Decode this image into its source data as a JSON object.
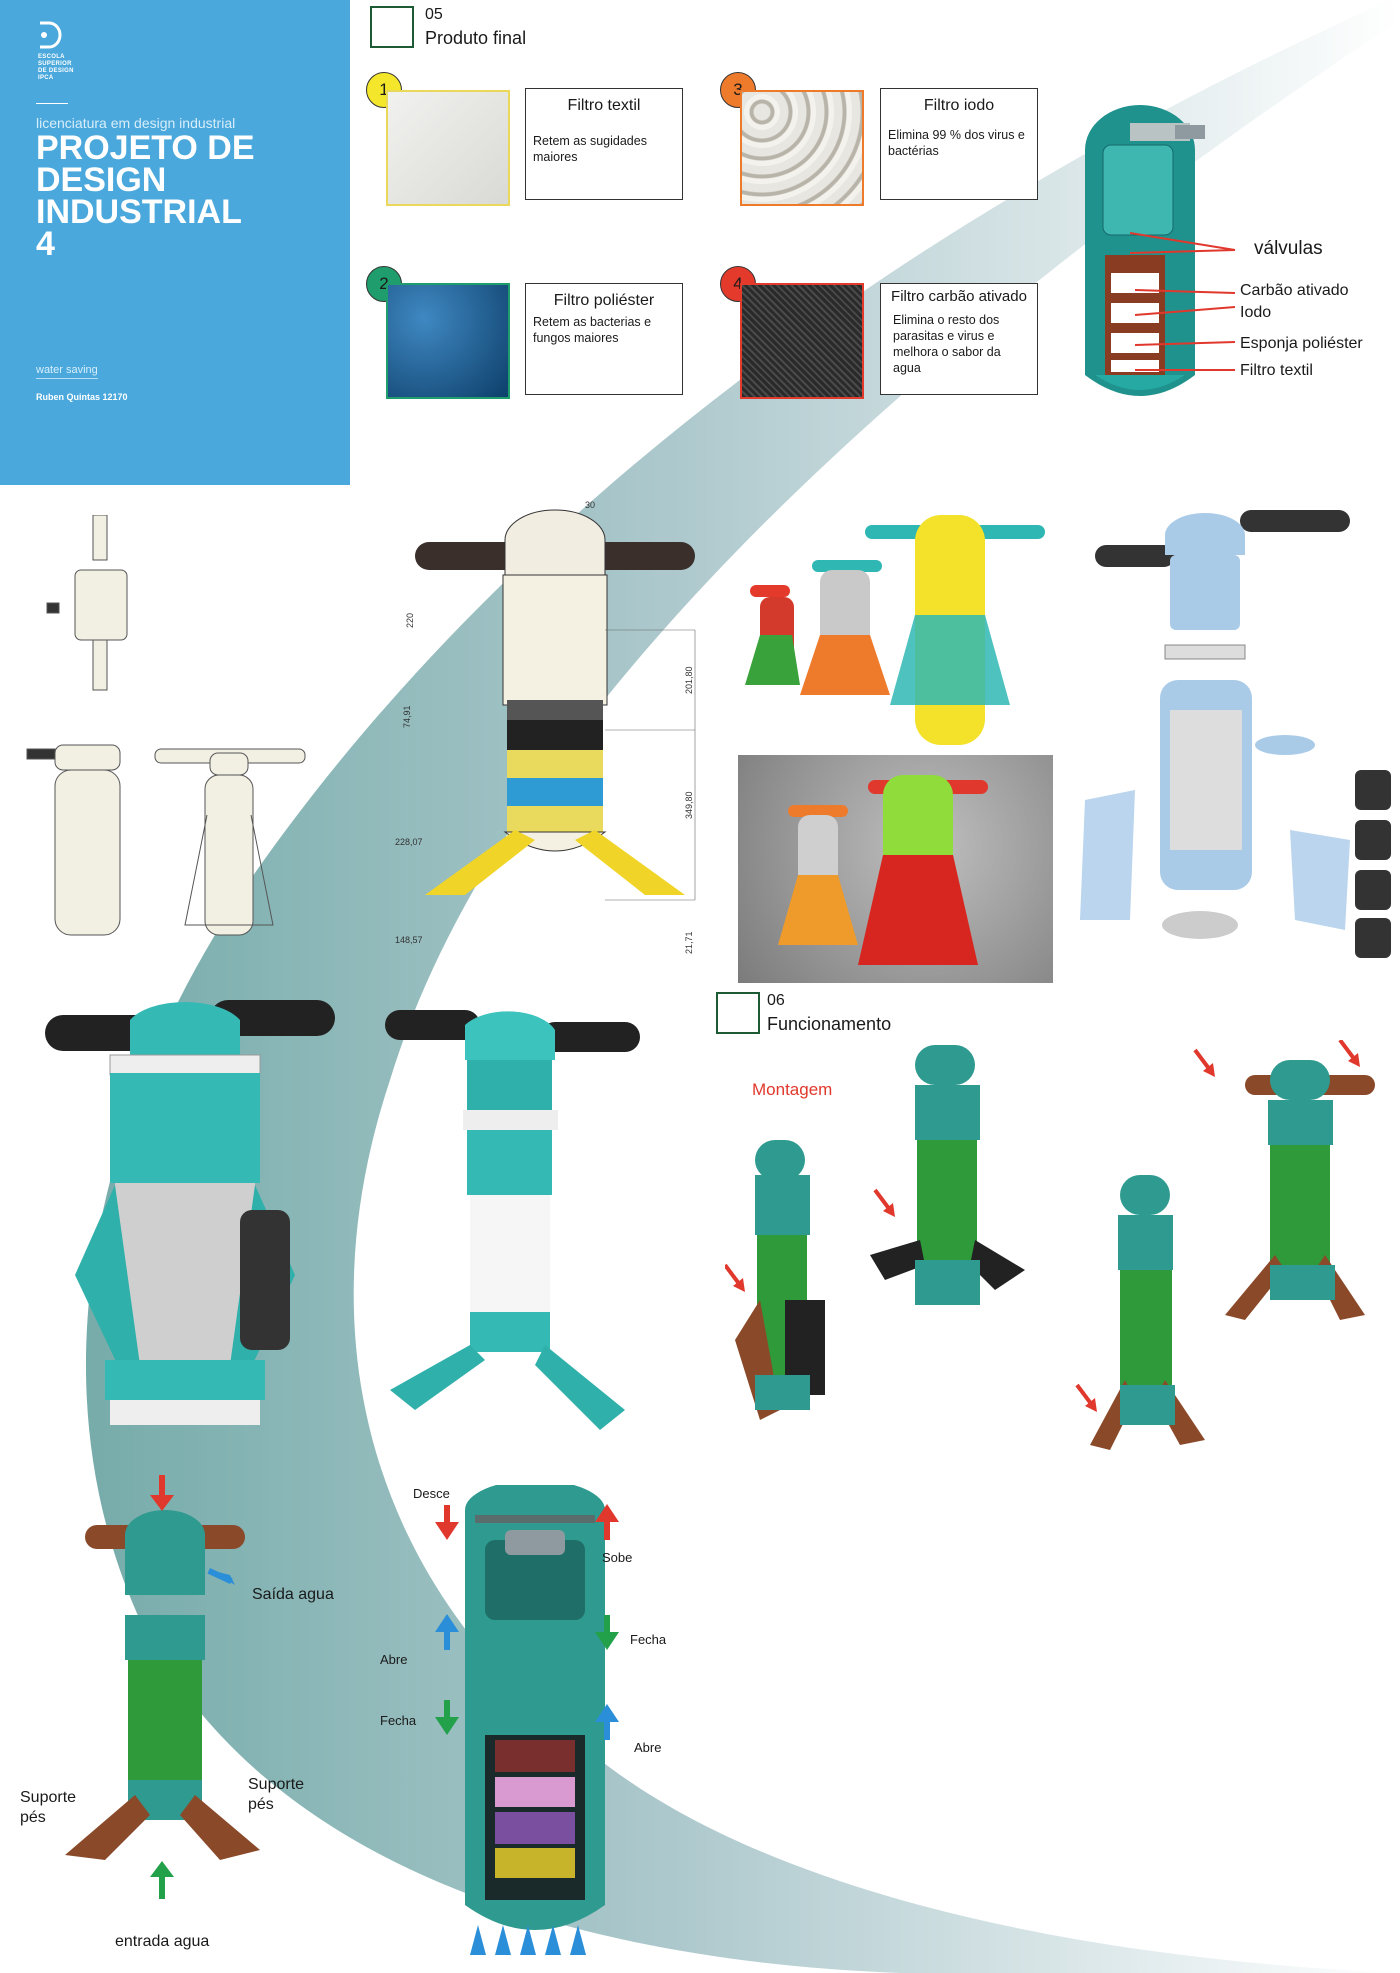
{
  "header": {
    "logo_text": "ESCOLA\nSUPERIOR\nDE DESIGN\nIPCA",
    "course": "licenciatura em design industrial",
    "title": "PROJETO DE\nDESIGN\nINDUSTRIAL\n4",
    "subtitle": "water saving",
    "author": "Ruben Quintas 12170"
  },
  "section05": {
    "number": "05",
    "title": "Produto final",
    "filters": [
      {
        "badge": "1",
        "name": "Filtro textil",
        "desc": "Retem as sugidades maiores",
        "badge_color": "#f4e62a"
      },
      {
        "badge": "2",
        "name": "Filtro poliéster",
        "desc": "Retem as bacterias e fungos maiores",
        "badge_color": "#1f9d6c"
      },
      {
        "badge": "3",
        "name": "Filtro iodo",
        "desc": "Elimina 99 % dos virus e bactérias",
        "badge_color": "#ee7b2c"
      },
      {
        "badge": "4",
        "name": "Filtro carbão ativado",
        "desc": "Elimina o resto dos parasitas e virus e melhora o sabor da agua",
        "badge_color": "#e43a2c"
      }
    ],
    "diagram_labels": [
      "válvulas",
      "Carbão ativado",
      "Iodo",
      "Esponja poliéster",
      "Filtro textil"
    ]
  },
  "technical_drawing": {
    "dims": [
      "30",
      "220",
      "201,80",
      "74,91",
      "349,80",
      "228,07",
      "21,71",
      "148,57"
    ]
  },
  "section06": {
    "number": "06",
    "title": "Funcionamento",
    "assembly_label": "Montagem"
  },
  "usage": {
    "saida": "Saída agua",
    "entrada": "entrada agua",
    "suporte_left": "Suporte\npés",
    "suporte_right": "Suporte\npés"
  },
  "valves": {
    "desce": "Desce",
    "sobe": "Sobe",
    "abre_left": "Abre",
    "fecha_left": "Fecha",
    "fecha_right": "Fecha",
    "abre_right": "Abre"
  },
  "colors": {
    "brand_blue": "#4aa8dc",
    "teal": "#2fb7b3",
    "dark_teal": "#1f7f80",
    "green": "#2f9a3a",
    "brown": "#8a4a2a",
    "red_arrow": "#e0382c",
    "blue_arrow": "#2a8fd8",
    "green_arrow": "#22a04a"
  },
  "icons": [
    "ipca-logo-icon",
    "arrow-down-icon",
    "arrow-up-icon"
  ]
}
